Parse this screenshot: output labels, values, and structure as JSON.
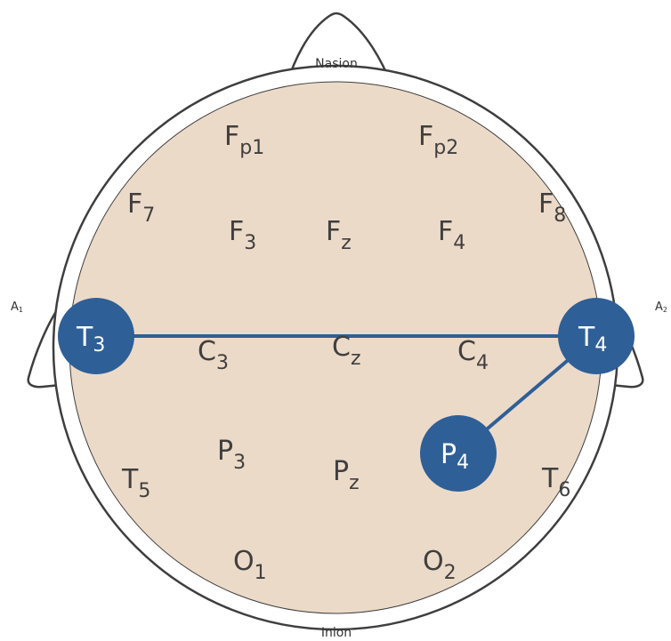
{
  "colors": {
    "scalp_fill": "#ecdac8",
    "outline": "#3e3e3e",
    "highlight": "#2e5f97",
    "background": "#ffffff"
  },
  "landmarks": {
    "nasion": "Nasion",
    "inion": "Inion",
    "ear_left": "A",
    "ear_left_sub": "1",
    "ear_right": "A",
    "ear_right_sub": "2"
  },
  "electrodes": {
    "fp1": {
      "main": "F",
      "sub": "p1"
    },
    "fp2": {
      "main": "F",
      "sub": "p2"
    },
    "f7": {
      "main": "F",
      "sub": "7"
    },
    "f8": {
      "main": "F",
      "sub": "8"
    },
    "f3": {
      "main": "F",
      "sub": "3"
    },
    "fz": {
      "main": "F",
      "sub": "z"
    },
    "f4": {
      "main": "F",
      "sub": "4"
    },
    "t3": {
      "main": "T",
      "sub": "3"
    },
    "c3": {
      "main": "C",
      "sub": "3"
    },
    "cz": {
      "main": "C",
      "sub": "z"
    },
    "c4": {
      "main": "C",
      "sub": "4"
    },
    "t4": {
      "main": "T",
      "sub": "4"
    },
    "t5": {
      "main": "T",
      "sub": "5"
    },
    "p3": {
      "main": "P",
      "sub": "3"
    },
    "pz": {
      "main": "P",
      "sub": "z"
    },
    "p4": {
      "main": "P",
      "sub": "4"
    },
    "t6": {
      "main": "T",
      "sub": "6"
    },
    "o1": {
      "main": "O",
      "sub": "1"
    },
    "o2": {
      "main": "O",
      "sub": "2"
    }
  },
  "highlighted_electrodes": [
    "t3",
    "t4",
    "p4"
  ],
  "connections": [
    [
      "t3",
      "t4"
    ],
    [
      "t4",
      "p4"
    ]
  ]
}
